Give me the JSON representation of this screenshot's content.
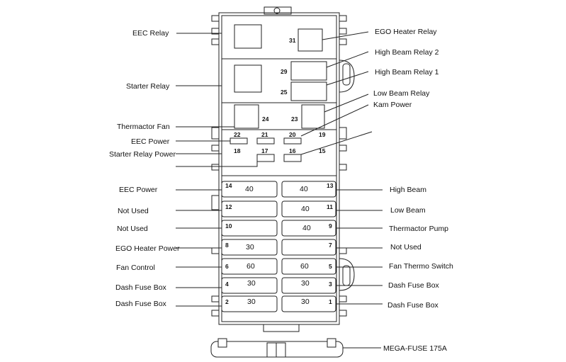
{
  "relays": {
    "eec_relay": "EEC Relay",
    "ego_heater_relay": "EGO Heater Relay",
    "high_beam_relay_2": "High Beam Relay 2",
    "high_beam_relay_1": "High Beam Relay 1",
    "starter_relay": "Starter Relay",
    "low_beam_relay": "Low Beam Relay",
    "kam_power": "Kam Power",
    "thermactor_fan": "Thermactor Fan",
    "eec_power_top": "EEC Power",
    "starter_relay_power": "Starter Relay Power"
  },
  "left_labels": {
    "eec_power": "EEC Power",
    "not_used_12": "Not Used",
    "not_used_10": "Not Used",
    "ego_heater_power": "EGO Heater Power",
    "fan_control": "Fan Control",
    "dash_fuse_box_4": "Dash Fuse Box",
    "dash_fuse_box_2": "Dash Fuse Box"
  },
  "right_labels": {
    "high_beam": "High Beam",
    "low_beam": "Low Beam",
    "thermactor_pump": "Thermactor Pump",
    "not_used_7": "Not Used",
    "fan_thermo_switch": "Fan Thermo Switch",
    "dash_fuse_box_3": "Dash Fuse Box",
    "dash_fuse_box_1": "Dash Fuse Box"
  },
  "mega_fuse": "MEGA-FUSE 175A",
  "slot_numbers": {
    "n31": "31",
    "n29": "29",
    "n25": "25",
    "n24": "24",
    "n23": "23",
    "n22": "22",
    "n21": "21",
    "n20": "20",
    "n19": "19",
    "n18": "18",
    "n17": "17",
    "n16": "16",
    "n15": "15",
    "n14": "14",
    "n13": "13",
    "n12": "12",
    "n11": "11",
    "n10": "10",
    "n9": "9",
    "n8": "8",
    "n7": "7",
    "n6": "6",
    "n5": "5",
    "n4": "4",
    "n3": "3",
    "n2": "2",
    "n1": "1"
  },
  "fuse_ratings": {
    "f14": "40",
    "f13": "40",
    "f11": "40",
    "f9": "40",
    "f8": "30",
    "f6": "60",
    "f5": "60",
    "f4": "30",
    "f3": "30",
    "f2": "30",
    "f1": "30"
  }
}
